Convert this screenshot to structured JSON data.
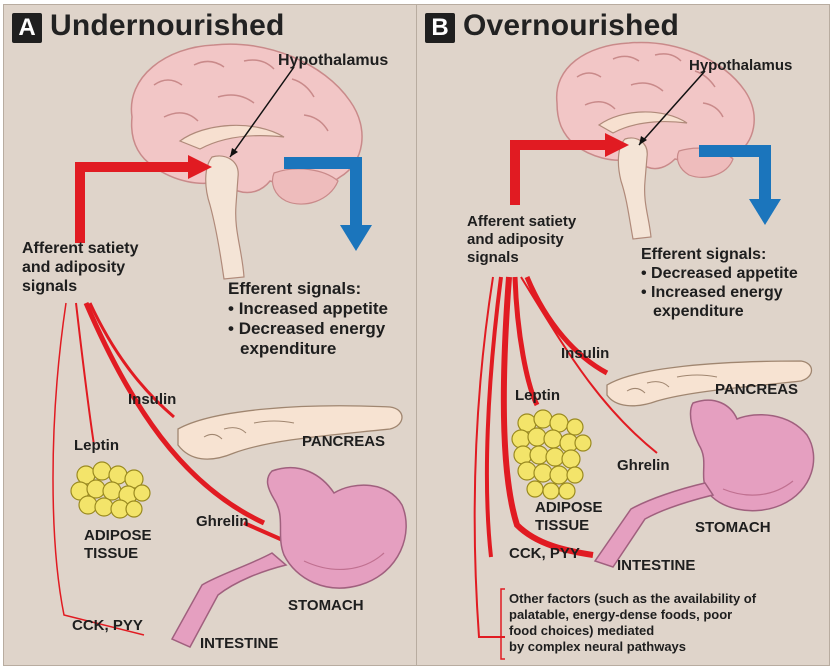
{
  "panel_a": {
    "badge": "A",
    "title": "Undernourished",
    "hypothalamus": "Hypothalamus",
    "afferent": [
      "Afferent satiety",
      "and adiposity",
      "signals"
    ],
    "efferent_heading": "Efferent signals:",
    "efferent_items": [
      "Increased appetite",
      "Decreased energy",
      "expenditure"
    ],
    "insulin": "Insulin",
    "pancreas": "PANCREAS",
    "leptin": "Leptin",
    "adipose": [
      "ADIPOSE",
      "TISSUE"
    ],
    "ghrelin": "Ghrelin",
    "stomach": "STOMACH",
    "cck": "CCK, PYY",
    "intestine": "INTESTINE"
  },
  "panel_b": {
    "badge": "B",
    "title": "Overnourished",
    "hypothalamus": "Hypothalamus",
    "afferent": [
      "Afferent satiety",
      "and adiposity",
      "signals"
    ],
    "efferent_heading": "Efferent signals:",
    "efferent_items": [
      "Decreased appetite",
      "Increased energy",
      "expenditure"
    ],
    "insulin": "Insulin",
    "pancreas": "PANCREAS",
    "leptin": "Leptin",
    "adipose": [
      "ADIPOSE",
      "TISSUE"
    ],
    "ghrelin": "Ghrelin",
    "stomach": "STOMACH",
    "cck": "CCK, PYY",
    "intestine": "INTESTINE",
    "other_factors": [
      "Other factors (such as the availability of",
      "palatable, energy-dense foods, poor",
      "food choices) mediated",
      "by complex neural pathways"
    ]
  },
  "colors": {
    "background": "#dfd4ca",
    "afferent_red": "#e11b22",
    "efferent_blue": "#1b75bc",
    "brain_pink": "#f2c6c6",
    "stomach_pink": "#e59fc0",
    "adipose_yellow": "#f3e46a",
    "pancreas": "#f7e3d2"
  }
}
